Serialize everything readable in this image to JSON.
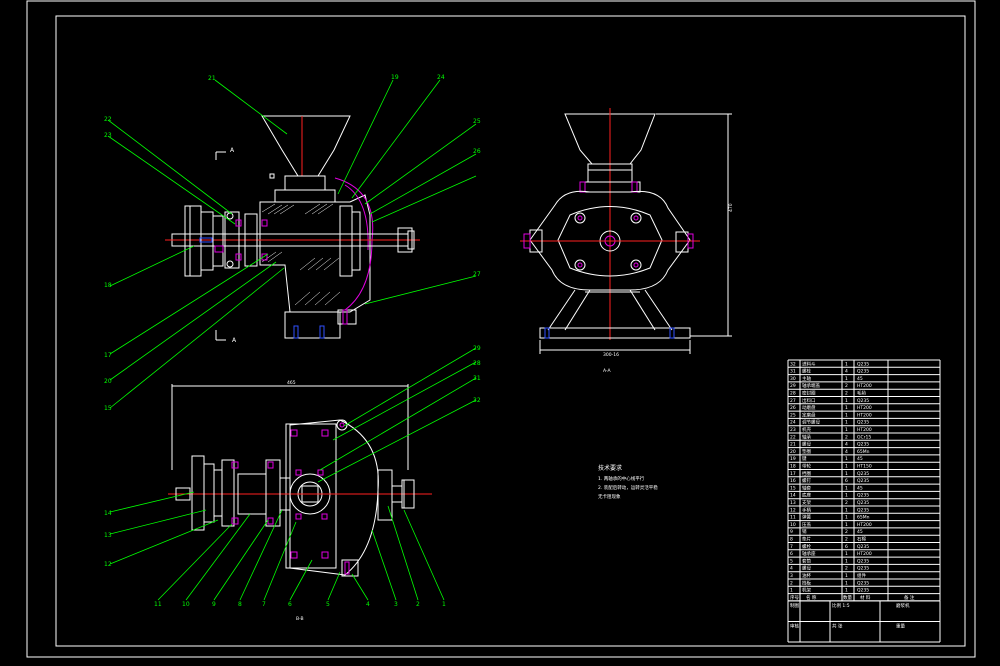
{
  "colors": {
    "background": "#000000",
    "lines": "#ffffff",
    "leaders": "#00ff00",
    "centerline": "#ff2020",
    "accent_magenta": "#e000e0",
    "accent_blue": "#3050ff"
  },
  "section_labels": {
    "a_top": "A",
    "a_bottom": "A",
    "view_aa": "A-A",
    "view_bb": "B-B"
  },
  "dims": {
    "width_bottom": "300-16",
    "height_right": "470",
    "width_bb": "465"
  },
  "tech_req": {
    "title": "技术要求",
    "line1": "1.  两轴承的中心线平行",
    "line2": "2.  装配后转动，运转灵活平稳",
    "line3": "      无卡阻现象"
  },
  "balloons_main": [
    "21",
    "22",
    "23",
    "19",
    "24",
    "25",
    "26",
    "18",
    "27",
    "17",
    "20",
    "15"
  ],
  "balloons_bb": [
    "29",
    "28",
    "31",
    "32",
    "14",
    "13",
    "12",
    "11",
    "10",
    "9",
    "8",
    "7",
    "6",
    "5",
    "4",
    "3",
    "2",
    "1"
  ],
  "title_block": {
    "rows": [
      {
        "no": "32",
        "name": "进料斗",
        "qty": "1",
        "mat": "Q235"
      },
      {
        "no": "31",
        "name": "螺栓",
        "qty": "4",
        "mat": "Q235"
      },
      {
        "no": "30",
        "name": "主轴",
        "qty": "1",
        "mat": "45"
      },
      {
        "no": "29",
        "name": "轴承端盖",
        "qty": "2",
        "mat": "HT200"
      },
      {
        "no": "28",
        "name": "密封圈",
        "qty": "2",
        "mat": "毛毡"
      },
      {
        "no": "27",
        "name": "出料口",
        "qty": "1",
        "mat": "Q235"
      },
      {
        "no": "26",
        "name": "动磨盘",
        "qty": "1",
        "mat": "HT200"
      },
      {
        "no": "25",
        "name": "定磨盘",
        "qty": "1",
        "mat": "HT200"
      },
      {
        "no": "24",
        "name": "调节螺母",
        "qty": "1",
        "mat": "Q235"
      },
      {
        "no": "23",
        "name": "机壳",
        "qty": "1",
        "mat": "HT200"
      },
      {
        "no": "22",
        "name": "轴承",
        "qty": "2",
        "mat": "GCr15"
      },
      {
        "no": "21",
        "name": "螺母",
        "qty": "4",
        "mat": "Q235"
      },
      {
        "no": "20",
        "name": "垫圈",
        "qty": "4",
        "mat": "65Mn"
      },
      {
        "no": "19",
        "name": "键",
        "qty": "1",
        "mat": "45"
      },
      {
        "no": "18",
        "name": "带轮",
        "qty": "1",
        "mat": "HT150"
      },
      {
        "no": "17",
        "name": "挡圈",
        "qty": "1",
        "mat": "Q235"
      },
      {
        "no": "16",
        "name": "螺钉",
        "qty": "6",
        "mat": "Q235"
      },
      {
        "no": "15",
        "name": "轴套",
        "qty": "1",
        "mat": "45"
      },
      {
        "no": "14",
        "name": "底座",
        "qty": "1",
        "mat": "Q235"
      },
      {
        "no": "13",
        "name": "支架",
        "qty": "2",
        "mat": "Q235"
      },
      {
        "no": "12",
        "name": "手柄",
        "qty": "1",
        "mat": "Q235"
      },
      {
        "no": "11",
        "name": "弹簧",
        "qty": "1",
        "mat": "65Mn"
      },
      {
        "no": "10",
        "name": "压盖",
        "qty": "1",
        "mat": "HT200"
      },
      {
        "no": "9",
        "name": "销",
        "qty": "2",
        "mat": "45"
      },
      {
        "no": "8",
        "name": "垫片",
        "qty": "2",
        "mat": "石棉"
      },
      {
        "no": "7",
        "name": "螺栓",
        "qty": "6",
        "mat": "Q235"
      },
      {
        "no": "6",
        "name": "轴承座",
        "qty": "1",
        "mat": "HT200"
      },
      {
        "no": "5",
        "name": "套筒",
        "qty": "1",
        "mat": "Q235"
      },
      {
        "no": "4",
        "name": "螺母",
        "qty": "2",
        "mat": "Q235"
      },
      {
        "no": "3",
        "name": "油杯",
        "qty": "1",
        "mat": "组件"
      },
      {
        "no": "2",
        "name": "挡板",
        "qty": "1",
        "mat": "Q235"
      },
      {
        "no": "1",
        "name": "机架",
        "qty": "1",
        "mat": "Q235"
      }
    ],
    "header": {
      "c1": "序号",
      "c2": "名 称",
      "c3": "数量",
      "c4": "材 料",
      "c5": "备 注"
    },
    "bottom_left1": "制图",
    "bottom_left2": "审核",
    "scale": "比例 1:5",
    "sheet": "共 张",
    "drawing": "磨浆机",
    "weight": "重量"
  }
}
